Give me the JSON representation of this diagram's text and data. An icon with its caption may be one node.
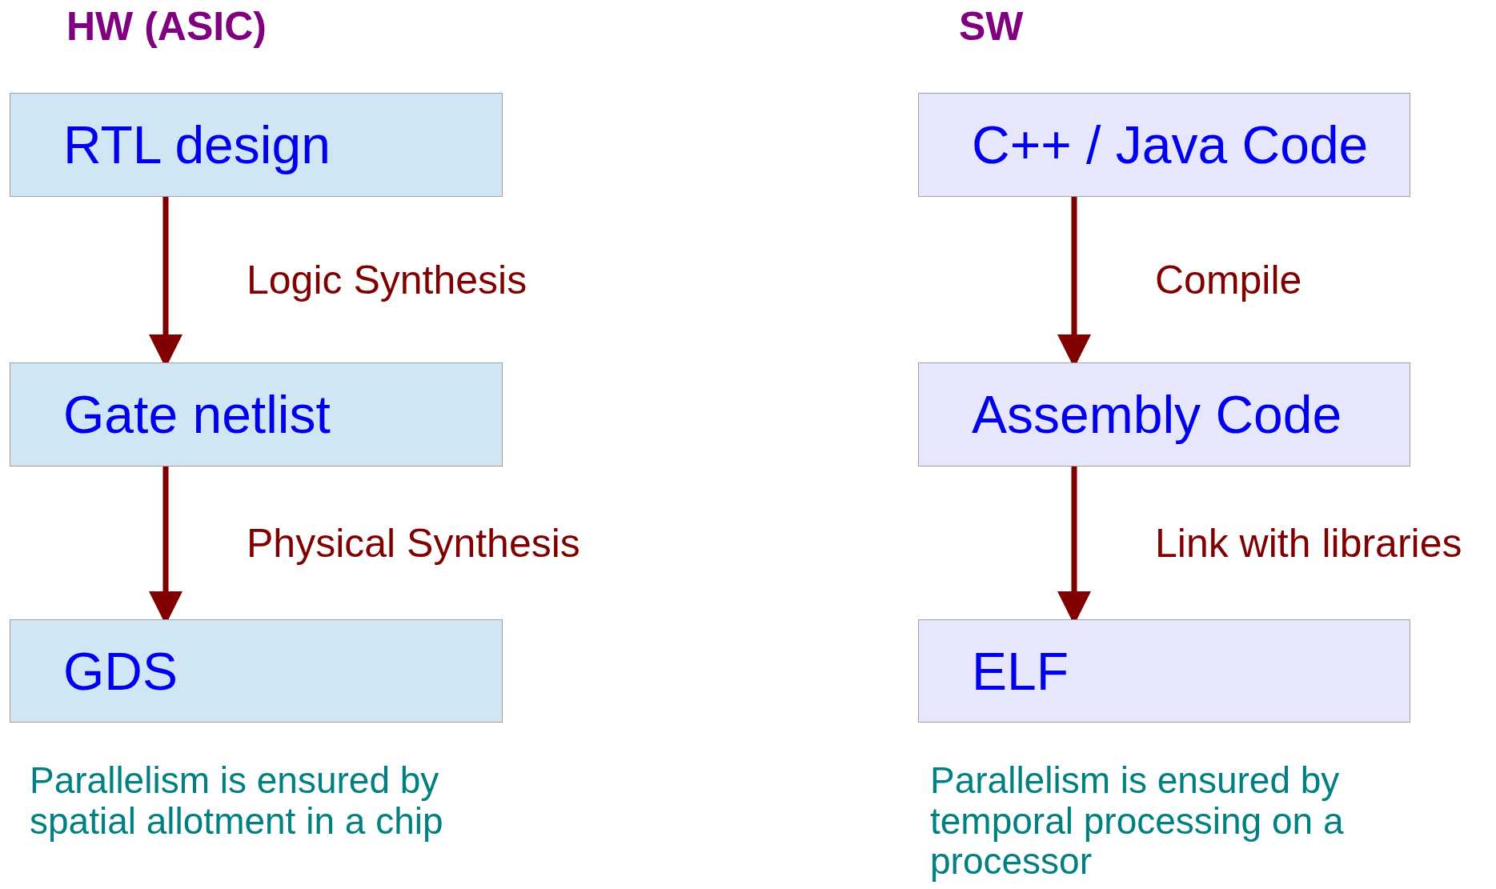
{
  "diagram": {
    "nodes": [
      {
        "text": [
          "RTL design"
        ]
      },
      {
        "text": [
          "Gate netlist"
        ]
      },
      {
        "text": [
          "GDS"
        ]
      },
      {
        "text": [
          "C++ / Java Code"
        ]
      },
      {
        "text": [
          "Assembly Code"
        ]
      },
      {
        "text": [
          "ELF"
        ]
      }
    ],
    "edges": [
      {
        "from": 0,
        "to": 1,
        "arrow": "to",
        "label": "Logic Synthesis"
      },
      {
        "from": 1,
        "to": 2,
        "arrow": "to",
        "label": "Physical Synthesis"
      },
      {
        "from": 3,
        "to": 4,
        "arrow": "to",
        "label": "Compile"
      },
      {
        "from": 4,
        "to": 5,
        "arrow": "to",
        "label": "Link with libraries"
      }
    ],
    "labels": [
      "HW (ASIC)",
      "SW",
      "Parallelism is ensured by spatial allotment in a chip",
      "Parallelism is ensured by temporal processing on a processor"
    ]
  }
}
